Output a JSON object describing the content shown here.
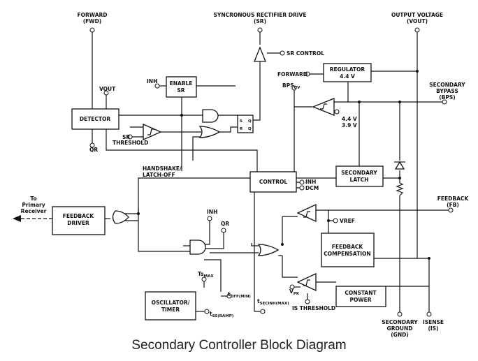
{
  "caption": "Secondary Controller Block Diagram",
  "pins": {
    "forward_top": {
      "line1": "FORWARD",
      "line2": "(FWD)"
    },
    "sr_drive": {
      "line1": "SYNCRONOUS RECTIFIER DRIVE",
      "line2": "(SR)"
    },
    "vout": {
      "line1": "OUTPUT VOLTAGE",
      "line2": "(VOUT)"
    },
    "bps": {
      "line1": "SECONDARY",
      "line2": "BYPASS",
      "line3": "(BPS)"
    },
    "fb": {
      "line1": "FEEDBACK",
      "line2": "(FB)"
    },
    "gnd": {
      "line1": "SECONDARY",
      "line2": "GROUND",
      "line3": "(GND)"
    },
    "is": {
      "line1": "ISENSE",
      "line2": "(IS)"
    }
  },
  "labels": {
    "sr_control": "SR CONTROL",
    "inh_enable": "INH",
    "vout_detector": "VOUT",
    "qr_detector": "QR",
    "sr_threshold_1": "SR",
    "sr_threshold_2": "THRESHOLD",
    "forward_reg": "FORWARD",
    "bps_uv": "BPS",
    "bps_uv_sub": "UV",
    "v44": "4.4 V",
    "v39": "3.9 V",
    "handshake_1": "HANDSHAKE/",
    "handshake_2": "LATCH-OFF",
    "inh_control": "INH",
    "dcm": "DCM",
    "to_primary_1": "To",
    "to_primary_2": "Primary",
    "to_primary_3": "Receiver",
    "inh_osc": "INH",
    "qr_osc": "QR",
    "vref": "VREF",
    "ts": "Ts",
    "ts_sub": "MAX",
    "toff": "t",
    "toff_sub": "OFF(MIN)",
    "tsecinh": "t",
    "tsecinh_sub": "SECINH(MAX)",
    "tss": "t",
    "tss_sub": "SS(RAMP)",
    "vpk": "V",
    "vpk_sub": "PK",
    "is_threshold": "IS THRESHOLD",
    "latch_s": "S",
    "latch_r": "R",
    "latch_q": "Q",
    "latch_qb": "Q"
  },
  "blocks": {
    "detector": "DETECTOR",
    "enable_sr": {
      "line1": "ENABLE",
      "line2": "SR"
    },
    "regulator": {
      "line1": "REGULATOR",
      "line2": "4.4 V"
    },
    "control": "CONTROL",
    "secondary_latch": {
      "line1": "SECONDARY",
      "line2": "LATCH"
    },
    "feedback_driver": {
      "line1": "FEEDBACK",
      "line2": "DRIVER"
    },
    "feedback_compensation": {
      "line1": "FEEDBACK",
      "line2": "COMPENSATION"
    },
    "constant_power": {
      "line1": "CONSTANT",
      "line2": "POWER"
    },
    "oscillator": {
      "line1": "OSCILLATOR/",
      "line2": "TIMER"
    }
  }
}
